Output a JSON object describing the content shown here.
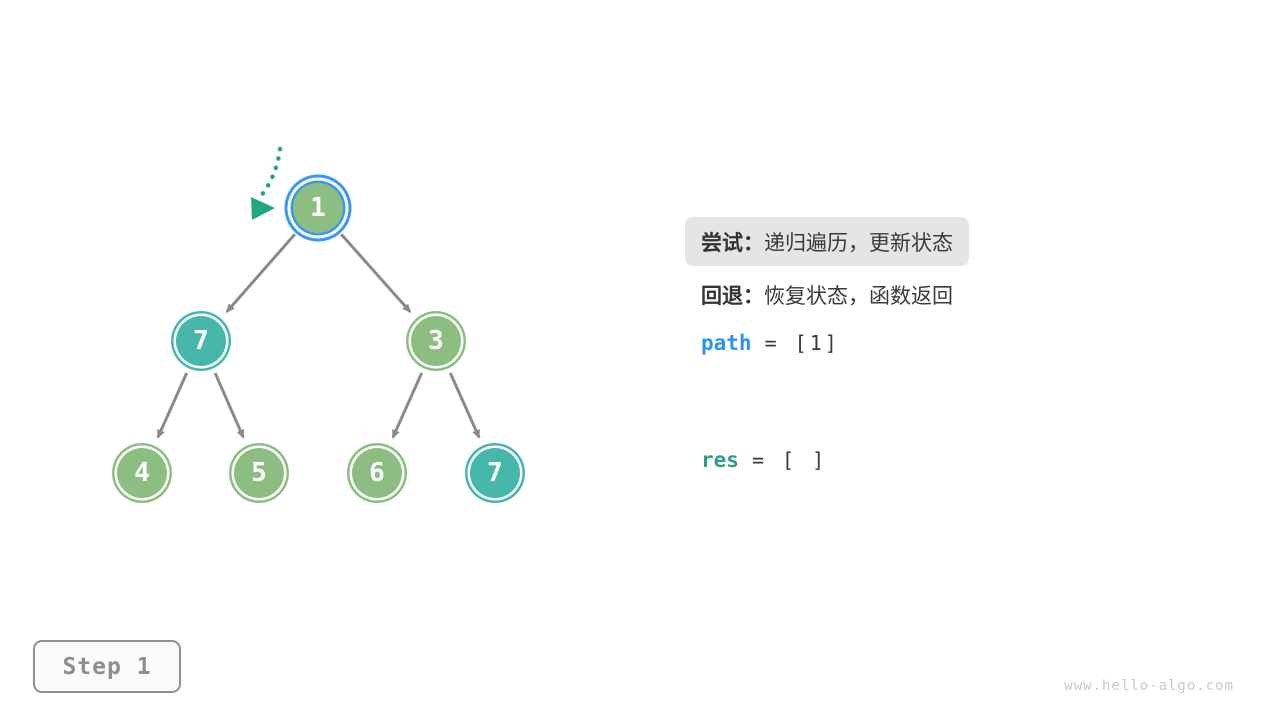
{
  "figure": {
    "step_label": "Step 1",
    "watermark": "www.hello-algo.com"
  },
  "colors": {
    "green": "#8CBE82",
    "teal": "#45B8AB",
    "active": "#3D97EE",
    "edge": "#8A8A8A",
    "pointer": "#21A683",
    "path": "#2D94EE",
    "res": "#2F9C8A"
  },
  "tree": {
    "nodes": [
      {
        "label": "1",
        "color": "green",
        "state": "active"
      },
      {
        "label": "7",
        "color": "teal",
        "state": "normal"
      },
      {
        "label": "3",
        "color": "green",
        "state": "normal"
      },
      {
        "label": "4",
        "color": "green",
        "state": "normal"
      },
      {
        "label": "5",
        "color": "green",
        "state": "normal"
      },
      {
        "label": "6",
        "color": "green",
        "state": "normal"
      },
      {
        "label": "7",
        "color": "teal",
        "state": "normal"
      }
    ],
    "edges": [
      [
        0,
        1
      ],
      [
        0,
        2
      ],
      [
        1,
        3
      ],
      [
        1,
        4
      ],
      [
        2,
        5
      ],
      [
        2,
        6
      ]
    ],
    "pointer": {
      "target_node": "1",
      "style": "dotted-arrow"
    }
  },
  "panel": {
    "try": {
      "label": "尝试：",
      "text": "递归遍历，更新状态",
      "highlighted": true
    },
    "back": {
      "label": "回退：",
      "text": "恢复状态，函数返回",
      "highlighted": false
    },
    "variables": [
      {
        "name": "path",
        "value": "= [1]"
      },
      {
        "name": "res",
        "value": "= [ ]"
      }
    ]
  }
}
